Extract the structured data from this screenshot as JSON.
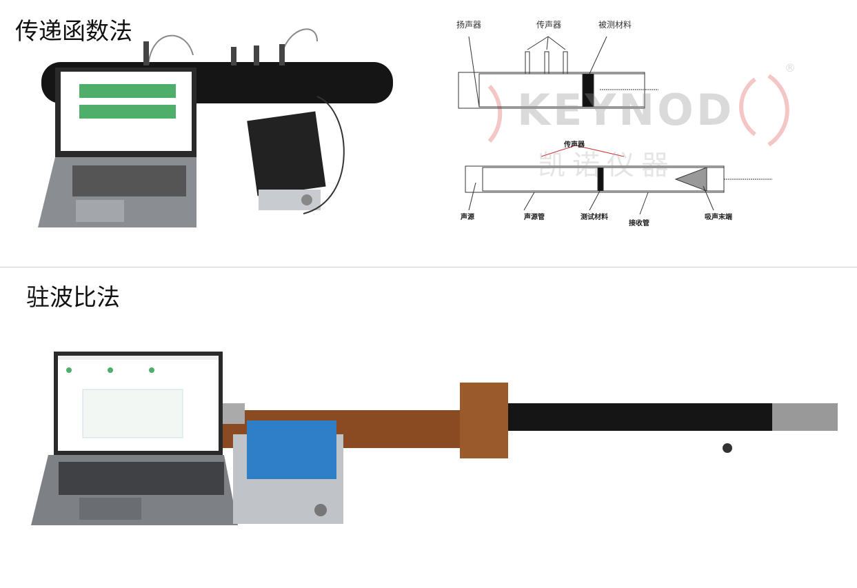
{
  "sections": [
    {
      "title": "传递函数法"
    },
    {
      "title": "驻波比法"
    }
  ],
  "diagram": {
    "top_labels": [
      "扬声器",
      "传声器",
      "被测材料"
    ],
    "bottom_top_label": "传声器",
    "bottom_labels": [
      "声源",
      "声源管",
      "测试材料",
      "接收管",
      "吸声末端"
    ],
    "watermark": "KEYNOD",
    "watermark_cn": "凯诺仪器",
    "registered": "®"
  },
  "colors": {
    "tube": "#151515",
    "laptop": "#5a5e63",
    "screen_green": "#4fae6a",
    "device_blue": "#2f7fc8",
    "wood": "#8a4a22"
  }
}
